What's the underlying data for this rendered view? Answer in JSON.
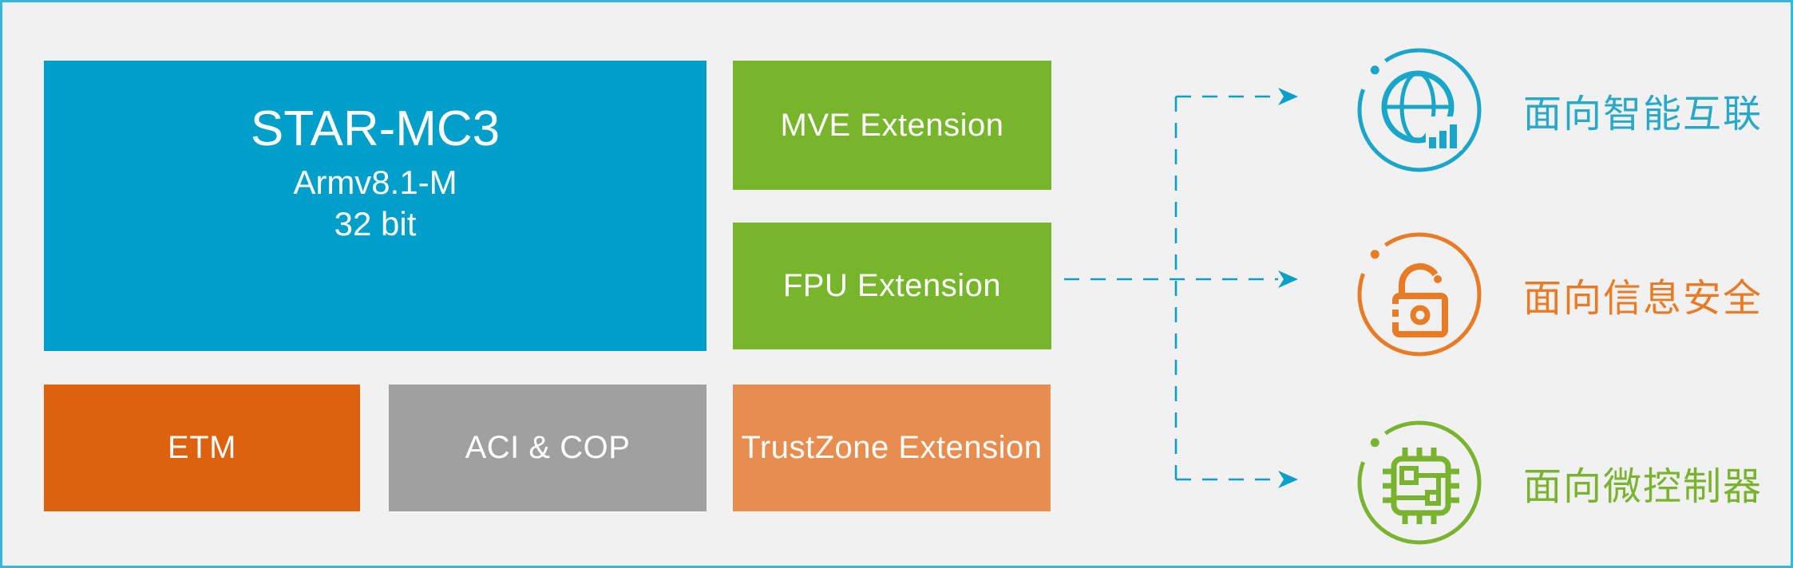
{
  "frame": {
    "border_color": "#35b8d9",
    "background_color": "#f1f1f2"
  },
  "main_block": {
    "title": "STAR-MC3",
    "subtitle_line1": "Armv8.1-M",
    "subtitle_line2": "32 bit",
    "color": "#009fc9"
  },
  "extension_blocks": {
    "mve": {
      "label": "MVE Extension",
      "color": "#76b52c"
    },
    "fpu": {
      "label": "FPU Extension",
      "color": "#76b52c"
    },
    "trustzone": {
      "label": "TrustZone Extension",
      "color": "#e78d4f"
    }
  },
  "bottom_blocks": {
    "etm": {
      "label": "ETM",
      "color": "#dd610f"
    },
    "aci": {
      "label": "ACI & COP",
      "color": "#a0a0a0"
    }
  },
  "arrows": {
    "style": "dashed",
    "color": "#0a9fc6"
  },
  "targets": [
    {
      "label": "面向智能互联",
      "icon": "globe-chart-icon",
      "color": "#2aa8c8"
    },
    {
      "label": "面向信息安全",
      "icon": "unlock-icon",
      "color": "#e87c26"
    },
    {
      "label": "面向微控制器",
      "icon": "chip-icon",
      "color": "#7ab330"
    }
  ]
}
